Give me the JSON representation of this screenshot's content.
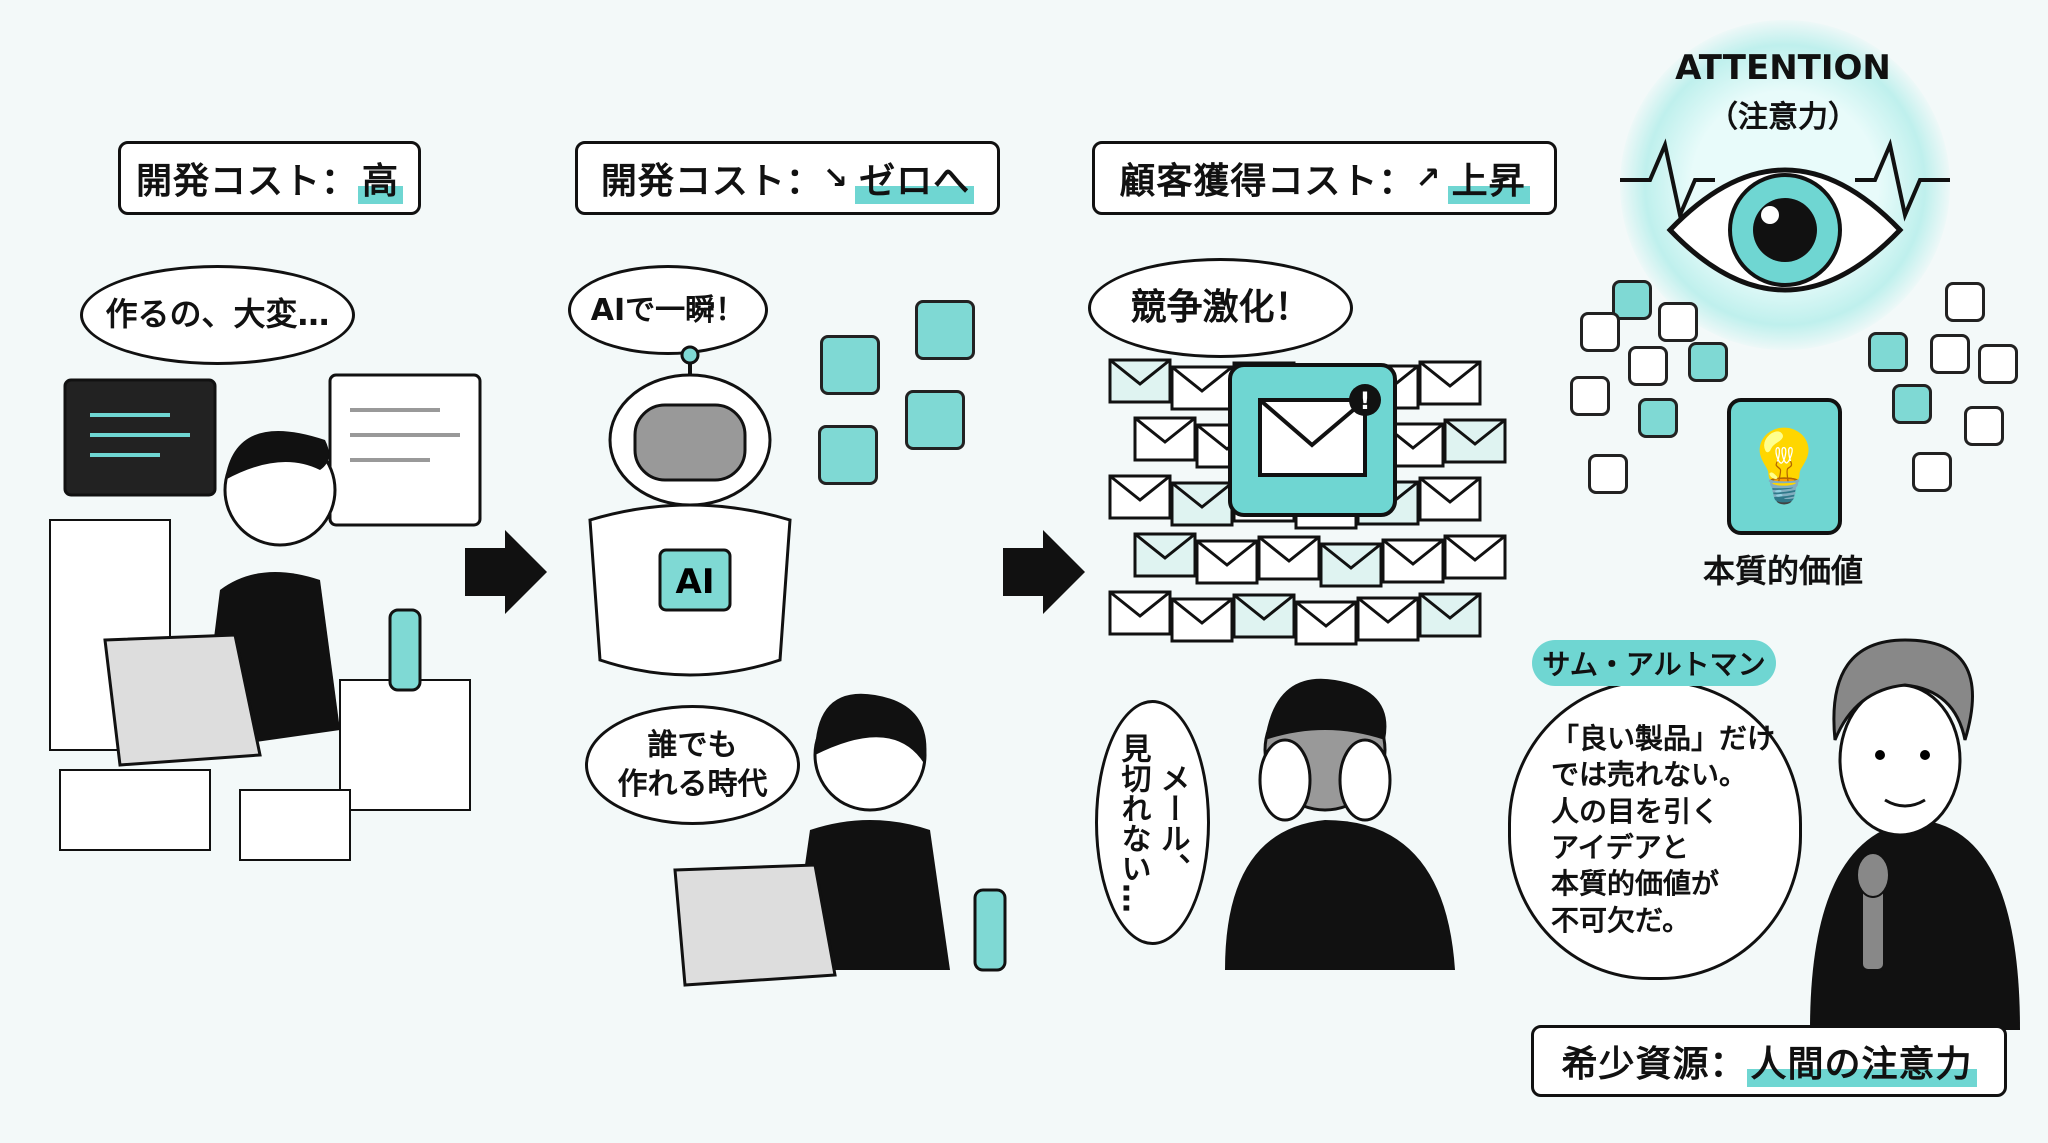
{
  "panel1": {
    "title_prefix": "開発コスト：",
    "title_value": "高",
    "speech": "作るの、大変…"
  },
  "panel2": {
    "title_prefix": "開発コスト：",
    "title_value": "ゼロへ",
    "speech": "AIで一瞬！",
    "robot_badge": "AI",
    "speech2": "誰でも\n作れる時代"
  },
  "panel3": {
    "title_prefix": "顧客獲得コスト：",
    "title_value": "上昇",
    "speech": "競争激化！",
    "speech2": "メール、\n見切れない…"
  },
  "panel4": {
    "attention": "ATTENTION",
    "attention_sub": "（注意力）",
    "bulb_label": "本質的価値",
    "speaker_name": "サム・アルトマン",
    "quote": "「良い製品」だけ\nでは売れない。\n人の目を引く\nアイデアと\n本質的価値が\n不可欠だ。",
    "bottom_prefix": "希少資源：",
    "bottom_value": "人間の注意力"
  },
  "colors": {
    "accent": "#6fd6d2",
    "ink": "#111111",
    "bg": "#f3f9f9"
  }
}
